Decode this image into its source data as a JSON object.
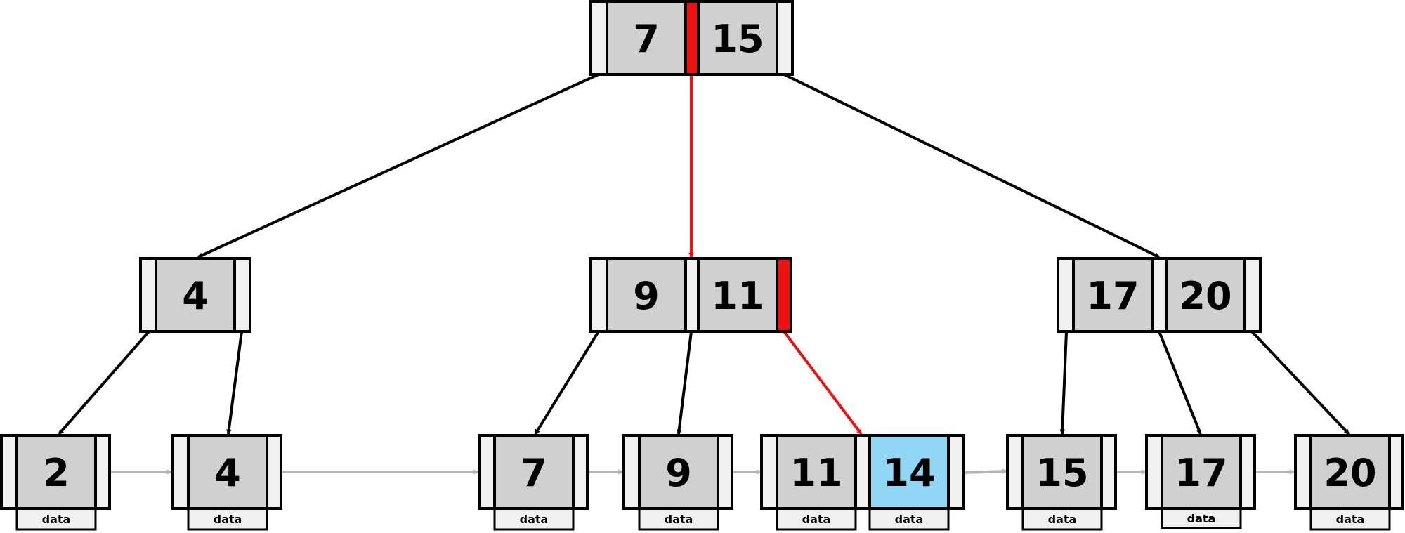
{
  "diagram": {
    "root": {
      "keys": [
        "7",
        "15"
      ]
    },
    "internal": [
      {
        "keys": [
          "4"
        ]
      },
      {
        "keys": [
          "9",
          "11"
        ]
      },
      {
        "keys": [
          "17",
          "20"
        ]
      }
    ],
    "leaves": [
      {
        "keys": [
          "2"
        ]
      },
      {
        "keys": [
          "4"
        ]
      },
      {
        "keys": [
          "7"
        ]
      },
      {
        "keys": [
          "9"
        ]
      },
      {
        "keys": [
          "11",
          "14"
        ]
      },
      {
        "keys": [
          "15"
        ]
      },
      {
        "keys": [
          "17"
        ]
      },
      {
        "keys": [
          "20"
        ]
      }
    ],
    "data_label": "data",
    "colors": {
      "key_fill": "#d0d0d0",
      "pointer_fill": "#f0f0f0",
      "highlight_path": "#ee1111",
      "highlight_key": "#92d6f5",
      "leaf_link": "#b4b4b4"
    }
  }
}
